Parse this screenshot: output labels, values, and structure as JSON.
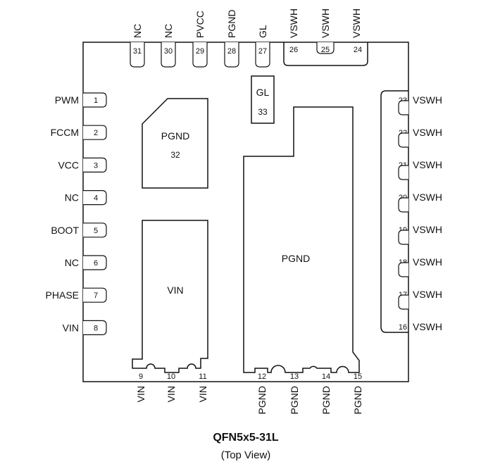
{
  "package": {
    "title": "QFN5x5-31L",
    "subtitle": "(Top View)"
  },
  "pins_left": [
    {
      "num": "1",
      "name": "PWM"
    },
    {
      "num": "2",
      "name": "FCCM"
    },
    {
      "num": "3",
      "name": "VCC"
    },
    {
      "num": "4",
      "name": "NC"
    },
    {
      "num": "5",
      "name": "BOOT"
    },
    {
      "num": "6",
      "name": "NC"
    },
    {
      "num": "7",
      "name": "PHASE"
    },
    {
      "num": "8",
      "name": "VIN"
    }
  ],
  "pins_top": [
    {
      "num": "31",
      "name": "NC"
    },
    {
      "num": "30",
      "name": "NC"
    },
    {
      "num": "29",
      "name": "PVCC"
    },
    {
      "num": "28",
      "name": "PGND"
    },
    {
      "num": "27",
      "name": "GL"
    },
    {
      "num": "26",
      "name": "VSWH"
    },
    {
      "num": "25",
      "name": "VSWH"
    },
    {
      "num": "24",
      "name": "VSWH"
    }
  ],
  "pins_right": [
    {
      "num": "23",
      "name": "VSWH"
    },
    {
      "num": "22",
      "name": "VSWH"
    },
    {
      "num": "21",
      "name": "VSWH"
    },
    {
      "num": "20",
      "name": "VSWH"
    },
    {
      "num": "19",
      "name": "VSWH"
    },
    {
      "num": "18",
      "name": "VSWH"
    },
    {
      "num": "17",
      "name": "VSWH"
    },
    {
      "num": "16",
      "name": "VSWH"
    }
  ],
  "pins_bottom": [
    {
      "num": "9",
      "name": "VIN"
    },
    {
      "num": "10",
      "name": "VIN"
    },
    {
      "num": "11",
      "name": "VIN"
    },
    {
      "num": "12",
      "name": "PGND"
    },
    {
      "num": "13",
      "name": "PGND"
    },
    {
      "num": "14",
      "name": "PGND"
    },
    {
      "num": "15",
      "name": "PGND"
    }
  ],
  "pads": {
    "gl": {
      "name": "GL",
      "num": "33"
    },
    "pgnd_small": {
      "name": "PGND",
      "num": "32"
    },
    "vin": {
      "name": "VIN"
    },
    "pgnd_large": {
      "name": "PGND"
    }
  }
}
